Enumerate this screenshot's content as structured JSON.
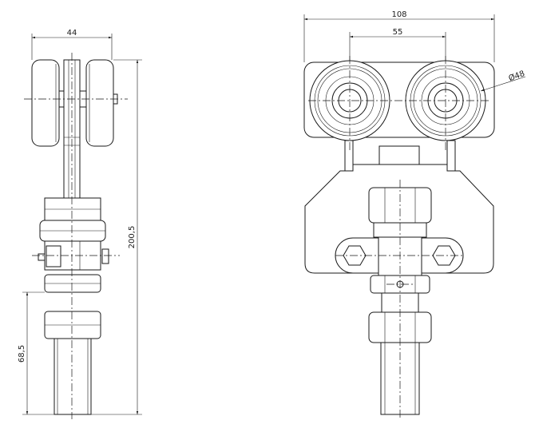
{
  "dimensions": {
    "side_width": "44",
    "total_height": "200,5",
    "stud_length": "68,5",
    "overall_width": "108",
    "wheel_spacing": "55",
    "wheel_diameter": "Ø48"
  },
  "colors": {
    "line": "#1a1a1a",
    "background": "#ffffff"
  }
}
